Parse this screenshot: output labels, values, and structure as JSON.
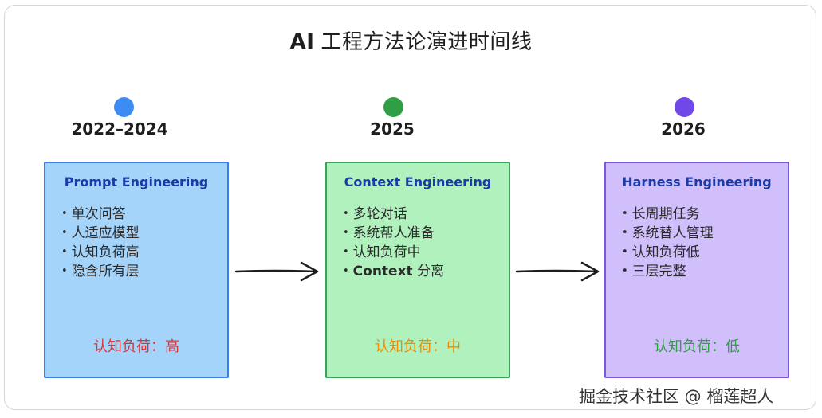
{
  "title": {
    "lead": "AI",
    "rest": "工程方法论演进时间线"
  },
  "stages": [
    {
      "year": "2022–2024",
      "name": "Prompt Engineering",
      "items": [
        {
          "bold": "",
          "text": "单次问答"
        },
        {
          "bold": "",
          "text": "人适应模型"
        },
        {
          "bold": "",
          "text": "认知负荷高"
        },
        {
          "bold": "",
          "text": "隐含所有层"
        }
      ],
      "load": "认知负荷：高",
      "colors": {
        "dot": "#3d8cf4",
        "fill": "#a5d4fb",
        "border": "#3d7ee8",
        "load": "#e03131"
      }
    },
    {
      "year": "2025",
      "name": "Context Engineering",
      "items": [
        {
          "bold": "",
          "text": "多轮对话"
        },
        {
          "bold": "",
          "text": "系统帮人准备"
        },
        {
          "bold": "",
          "text": "认知负荷中"
        },
        {
          "bold": "Context",
          "text": " 分离"
        }
      ],
      "load": "认知负荷：中",
      "colors": {
        "dot": "#2f9e44",
        "fill": "#b1f1bd",
        "border": "#3aa357",
        "load": "#f08c00"
      }
    },
    {
      "year": "2026",
      "name": "Harness Engineering",
      "items": [
        {
          "bold": "",
          "text": "长周期任务"
        },
        {
          "bold": "",
          "text": "系统替人管理"
        },
        {
          "bold": "",
          "text": "认知负荷低"
        },
        {
          "bold": "",
          "text": "三层完整"
        }
      ],
      "load": "认知负荷：低",
      "colors": {
        "dot": "#7048e8",
        "fill": "#d0bffb",
        "border": "#7b57e0",
        "load": "#2f9e44"
      }
    }
  ],
  "watermark": "掘金技术社区 @ 榴莲超人",
  "bullet_glyph": "•"
}
